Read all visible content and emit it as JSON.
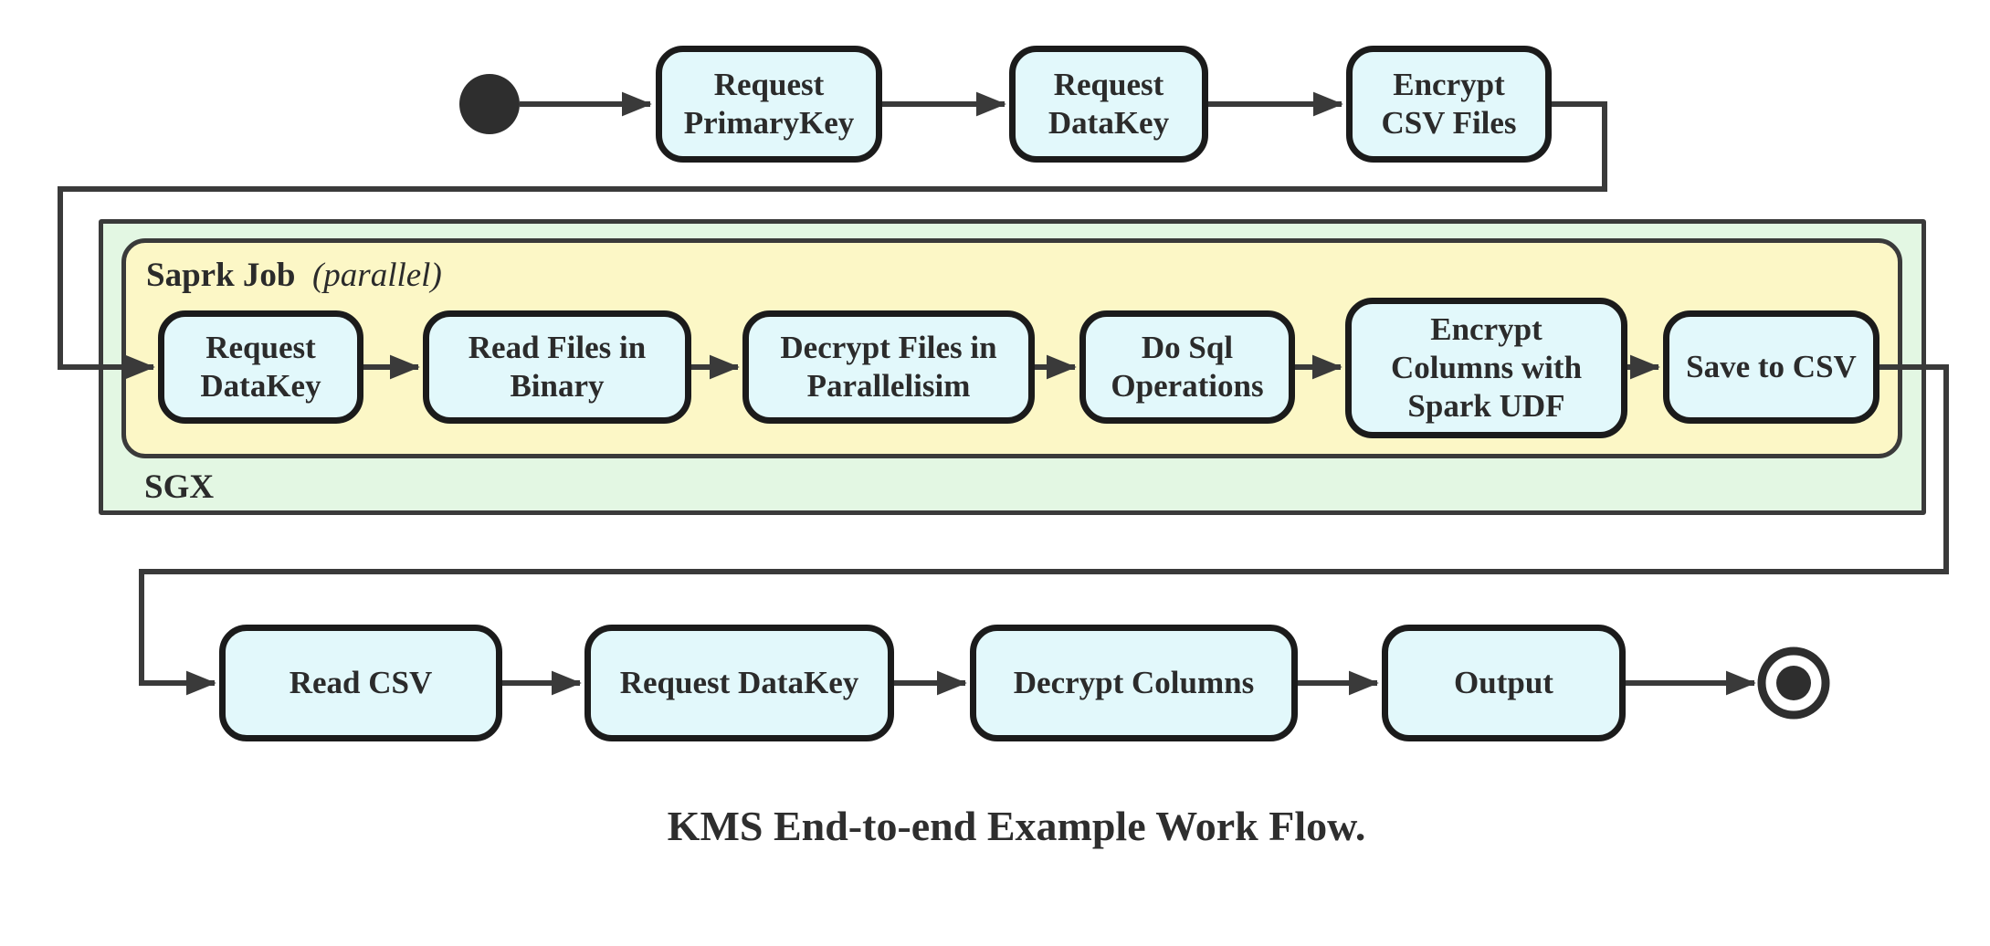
{
  "diagram": {
    "caption": "KMS End-to-end Example Work Flow.",
    "icons": {
      "start": "initial-state-filled-dot",
      "end": "final-state-double-circle",
      "arrowhead": "solid-triangle-arrow"
    },
    "colors": {
      "node_fill": "#e2f8fb",
      "node_border": "#1b1b1b",
      "edge": "#3a3a3a",
      "sgx_fill": "#e3f7e3",
      "spark_fill": "#fcf7c6",
      "container_border": "#3a3a3a",
      "text": "#2b2b2b"
    },
    "containers": {
      "sgx": {
        "label": "SGX"
      },
      "spark_job": {
        "title": "Saprk Job",
        "annotation": "(parallel)"
      }
    },
    "top_row": [
      {
        "label": "Request\nPrimaryKey"
      },
      {
        "label": "Request\nDataKey"
      },
      {
        "label": "Encrypt\nCSV Files"
      }
    ],
    "spark_row": [
      {
        "label": "Request\nDataKey"
      },
      {
        "label": "Read Files in\nBinary"
      },
      {
        "label": "Decrypt Files in\nParallelisim"
      },
      {
        "label": "Do Sql\nOperations"
      },
      {
        "label": "Encrypt\nColumns with\nSpark UDF"
      },
      {
        "label": "Save to CSV"
      }
    ],
    "bottom_row": [
      {
        "label": "Read CSV"
      },
      {
        "label": "Request DataKey"
      },
      {
        "label": "Decrypt Columns"
      },
      {
        "label": "Output"
      }
    ]
  }
}
